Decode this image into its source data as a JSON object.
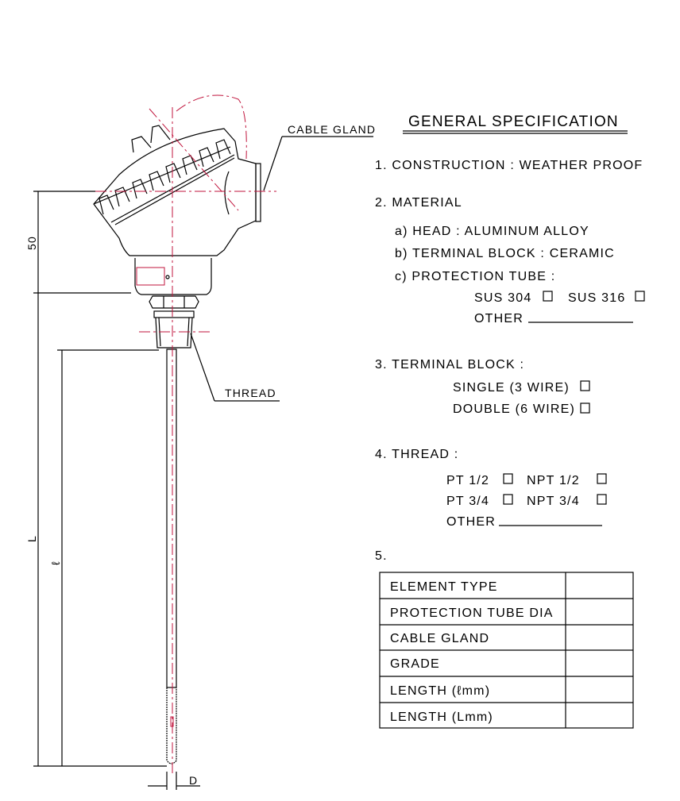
{
  "callouts": {
    "cable_gland": "CABLE GLAND",
    "thread": "THREAD"
  },
  "dimensions": {
    "head": "50",
    "overall": "L",
    "insertion": "ℓ",
    "diameter": "D"
  },
  "spec": {
    "title": "GENERAL SPECIFICATION",
    "construction": "1. CONSTRUCTION : WEATHER PROOF",
    "material": "2. MATERIAL",
    "head": "a) HEAD : ALUMINUM ALLOY",
    "terminal_block_material": "b) TERMINAL BLOCK : CERAMIC",
    "protection_tube": "c) PROTECTION TUBE :",
    "sus304": "SUS 304",
    "sus316": "SUS 316",
    "tube_other": "OTHER",
    "terminal_block": "3. TERMINAL BLOCK :",
    "single": "SINGLE  (3 WIRE)",
    "double": "DOUBLE  (6 WIRE)",
    "thread": "4. THREAD :",
    "pt12": "PT 1/2",
    "npt12": "NPT 1/2",
    "pt34": "PT 3/4",
    "npt34": "NPT 3/4",
    "thread_other": "OTHER",
    "item5": "5.",
    "table_rows": [
      "ELEMENT TYPE",
      "PROTECTION TUBE DIA",
      "CABLE GLAND",
      "GRADE",
      "LENGTH (ℓmm)",
      "LENGTH (Lmm)"
    ]
  },
  "colors": {
    "centerline": "#c0143c",
    "line": "#000000"
  }
}
